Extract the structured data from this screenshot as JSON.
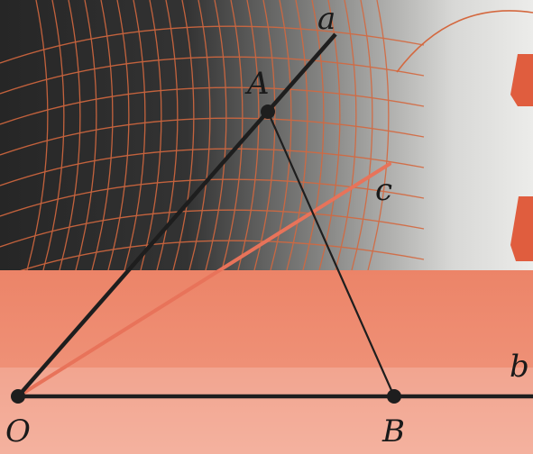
{
  "diagram": {
    "rays": [
      {
        "id": "a",
        "label": "a"
      },
      {
        "id": "b",
        "label": "b"
      },
      {
        "id": "c",
        "label": "c"
      }
    ],
    "points": [
      {
        "id": "O",
        "label": "O"
      },
      {
        "id": "A",
        "label": "A"
      },
      {
        "id": "B",
        "label": "B"
      }
    ],
    "segment": {
      "from": "A",
      "to": "B"
    },
    "colors": {
      "ray": "#1e1e1e",
      "bisector": "#e8735a",
      "band": "#ee8a70",
      "band_light": "#f2a892",
      "dark_bg": "#2a2a2a",
      "mesh": "#d4683f"
    }
  }
}
